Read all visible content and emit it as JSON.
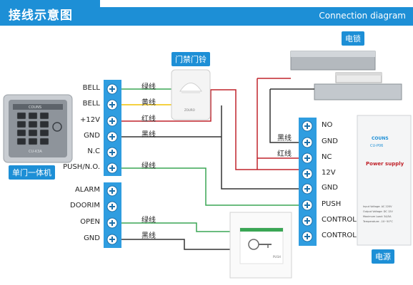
{
  "header": {
    "title_cn": "接线示意图",
    "title_en": "Connection diagram"
  },
  "devices": {
    "reader_caption": "单门一体机",
    "reader_brand": "COUNS",
    "reader_model": "CU-K3A",
    "doorbell_caption": "门禁门铃",
    "doorbell_label": "ZOURO",
    "lock_caption": "电锁",
    "power_caption": "电源",
    "power_brand": "COUNS",
    "power_model": "CU-P06",
    "power_title": "Power supply",
    "power_specs": [
      "Input Voltage: AC 220V",
      "Output Voltage: DC 12V",
      "Maximum Load: 3A/5A",
      "Temperature: -10~50°C"
    ],
    "button_label": "PUSH"
  },
  "left_terminals": [
    "BELL",
    "BELL",
    "+12V",
    "GND",
    "N.C",
    "PUSH/N.O."
  ],
  "left_terminals_lower": [
    "ALARM",
    "DOORIM",
    "OPEN",
    "GND"
  ],
  "right_terminals": [
    "NO",
    "GND",
    "NC",
    "12V",
    "GND",
    "PUSH",
    "CONTROL",
    "CONTROL"
  ],
  "wire_labels": {
    "bell_green": "绿线",
    "bell_yellow": "黄线",
    "power_red": "红线",
    "power_black": "黑线",
    "push_green": "绿线",
    "open_green": "绿线",
    "open_black": "黑线",
    "lock_black": "黑线",
    "lock_red": "红线"
  },
  "colors": {
    "accent": "#1d8fd6",
    "terminal": "#2f9de0",
    "wire_red": "#c0232b",
    "wire_green": "#3aa655",
    "wire_yellow": "#f2c200",
    "wire_black": "#333333"
  }
}
